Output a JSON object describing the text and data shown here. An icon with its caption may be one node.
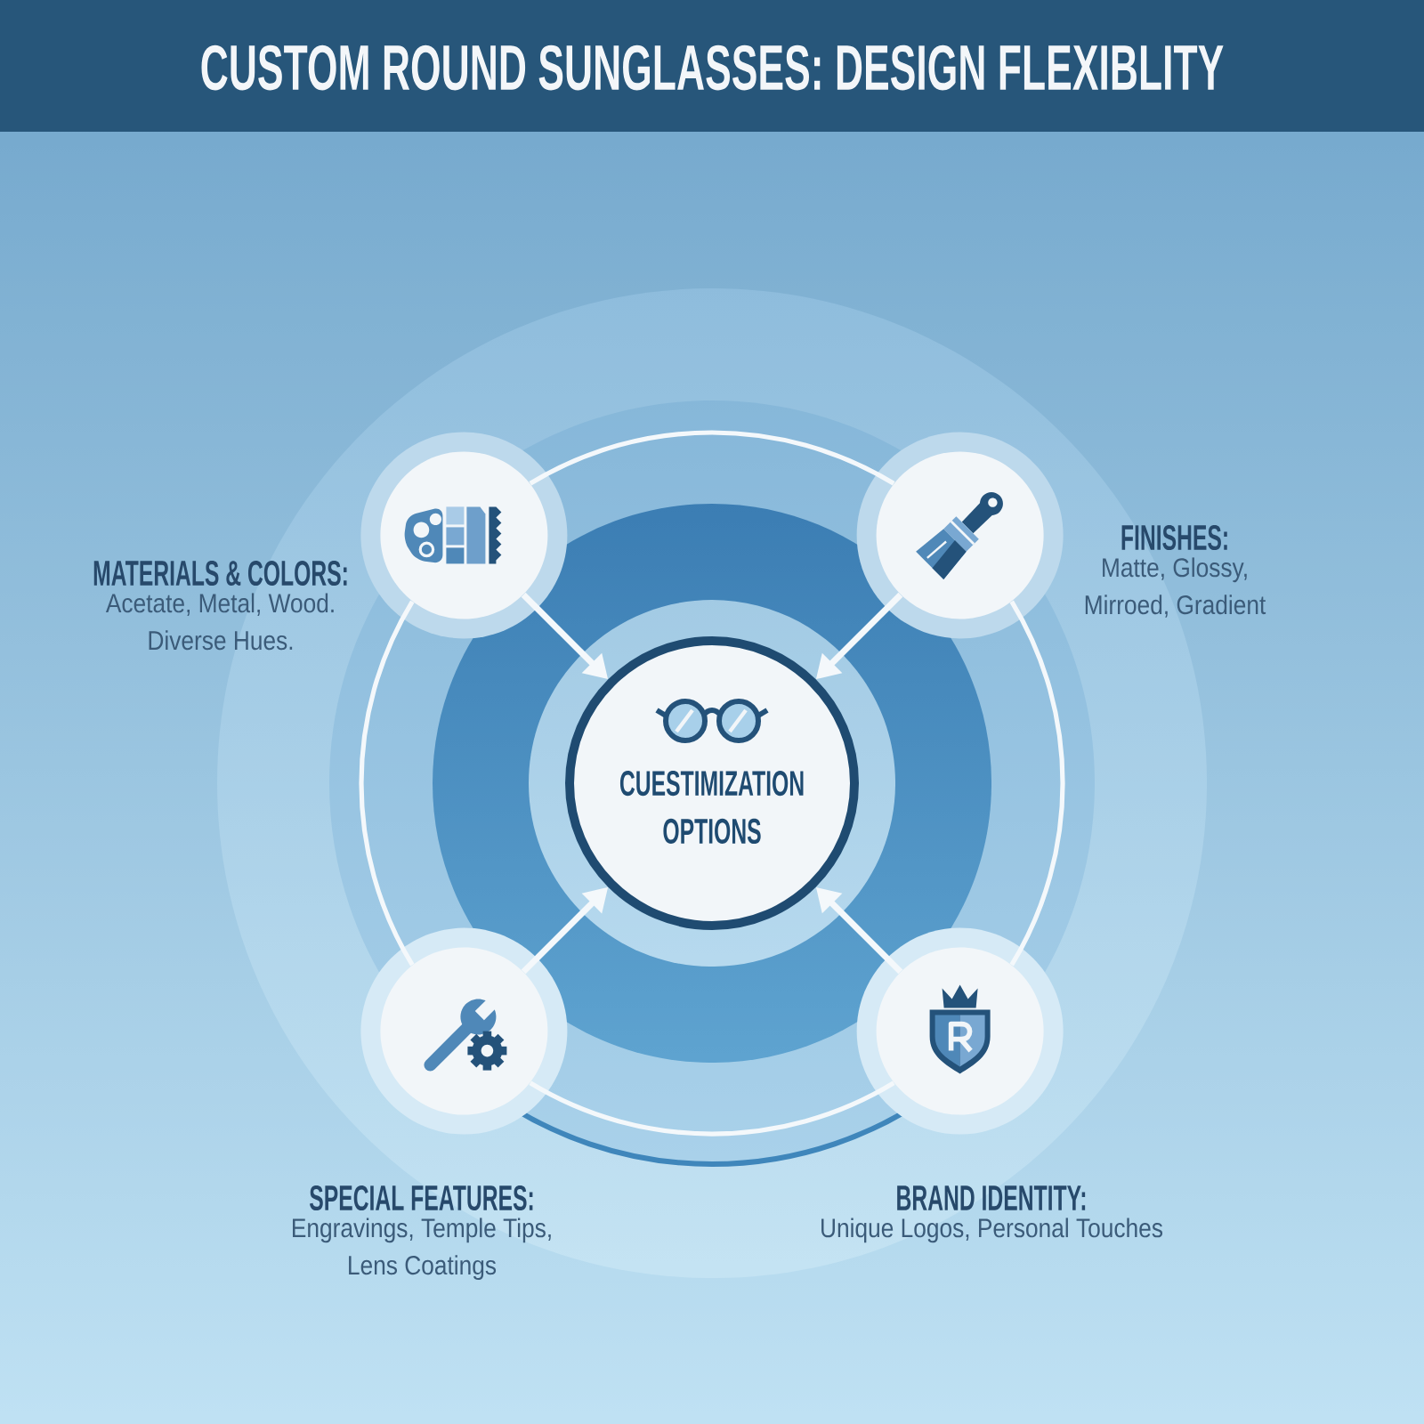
{
  "diagram": {
    "title": "CUSTOM ROUND SUNGLASSES: DESIGN FLEXIBLITY",
    "nodes": [
      {
        "text": [
          "CUESTIMIZATION OPTIONS"
        ]
      },
      {
        "text": [
          "MATERIALS & COLORS:",
          "Acetate, Metal, Wood. Diverse Hues."
        ]
      },
      {
        "text": [
          "FINISHES:",
          "Matte, Glossy, Mirroed, Gradient"
        ]
      },
      {
        "text": [
          "SPECIAL FEATURES:",
          "Engravings, Temple Tips, Lens Coatings"
        ]
      },
      {
        "text": [
          "BRAND IDENTITY:",
          "Unique Logos, Personal Touches"
        ]
      }
    ],
    "edges": [
      {
        "from": 1,
        "to": 0,
        "arrow": "to"
      },
      {
        "from": 2,
        "to": 0,
        "arrow": "to"
      },
      {
        "from": 3,
        "to": 0,
        "arrow": "to"
      },
      {
        "from": 4,
        "to": 0,
        "arrow": "to"
      },
      {
        "from": 1,
        "to": 2,
        "arrow": "none"
      },
      {
        "from": 2,
        "to": 4,
        "arrow": "none"
      },
      {
        "from": 4,
        "to": 3,
        "arrow": "none"
      },
      {
        "from": 3,
        "to": 1,
        "arrow": "none"
      }
    ]
  }
}
